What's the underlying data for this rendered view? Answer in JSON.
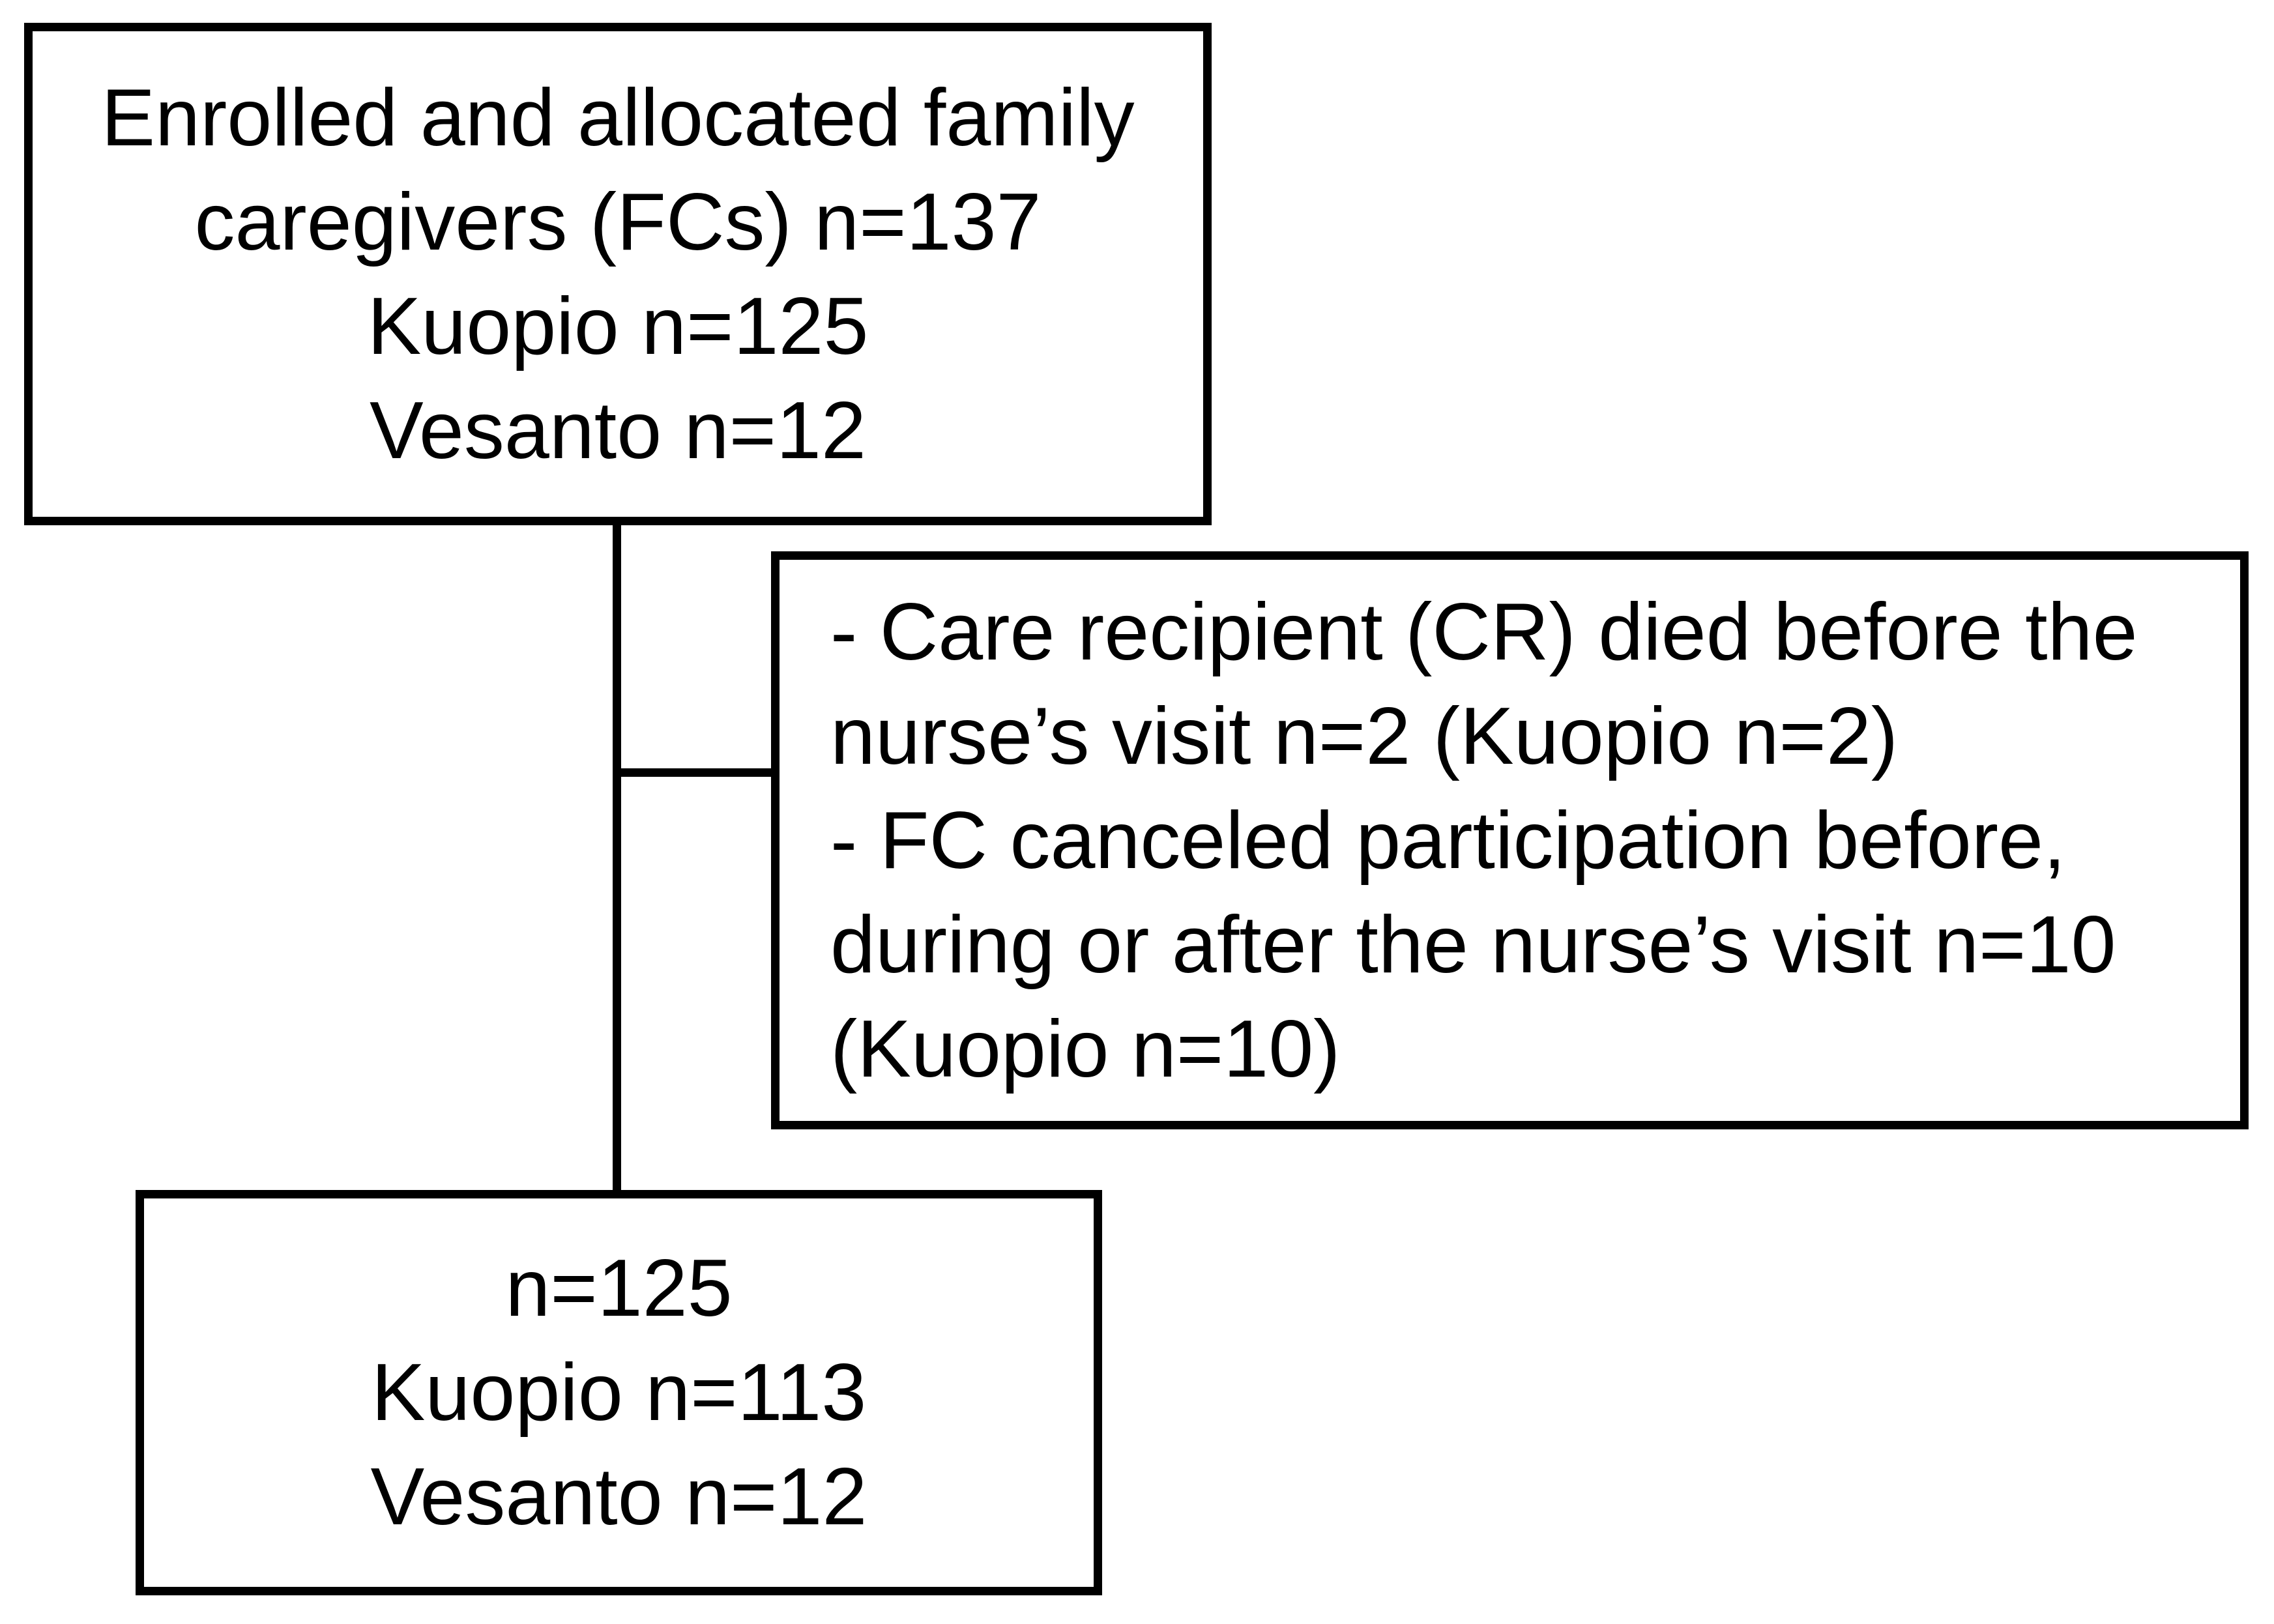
{
  "diagram": {
    "type": "flowchart",
    "background_color": "#ffffff",
    "line_color": "#000000",
    "boxes": {
      "enrolled": {
        "align": "center",
        "lines": [
          "Enrolled and allocated family",
          "caregivers (FCs) n=137",
          "Kuopio n=125",
          "Vesanto n=12"
        ]
      },
      "exclusions": {
        "align": "left",
        "lines": [
          "- Care recipient (CR) died before the",
          "nurse’s visit n=2 (Kuopio n=2)",
          "- FC canceled participation before,",
          "during or after the nurse’s visit n=10",
          "(Kuopio n=10)"
        ]
      },
      "final": {
        "align": "center",
        "lines": [
          "n=125",
          "Kuopio n=113",
          "Vesanto n=12"
        ]
      }
    }
  }
}
